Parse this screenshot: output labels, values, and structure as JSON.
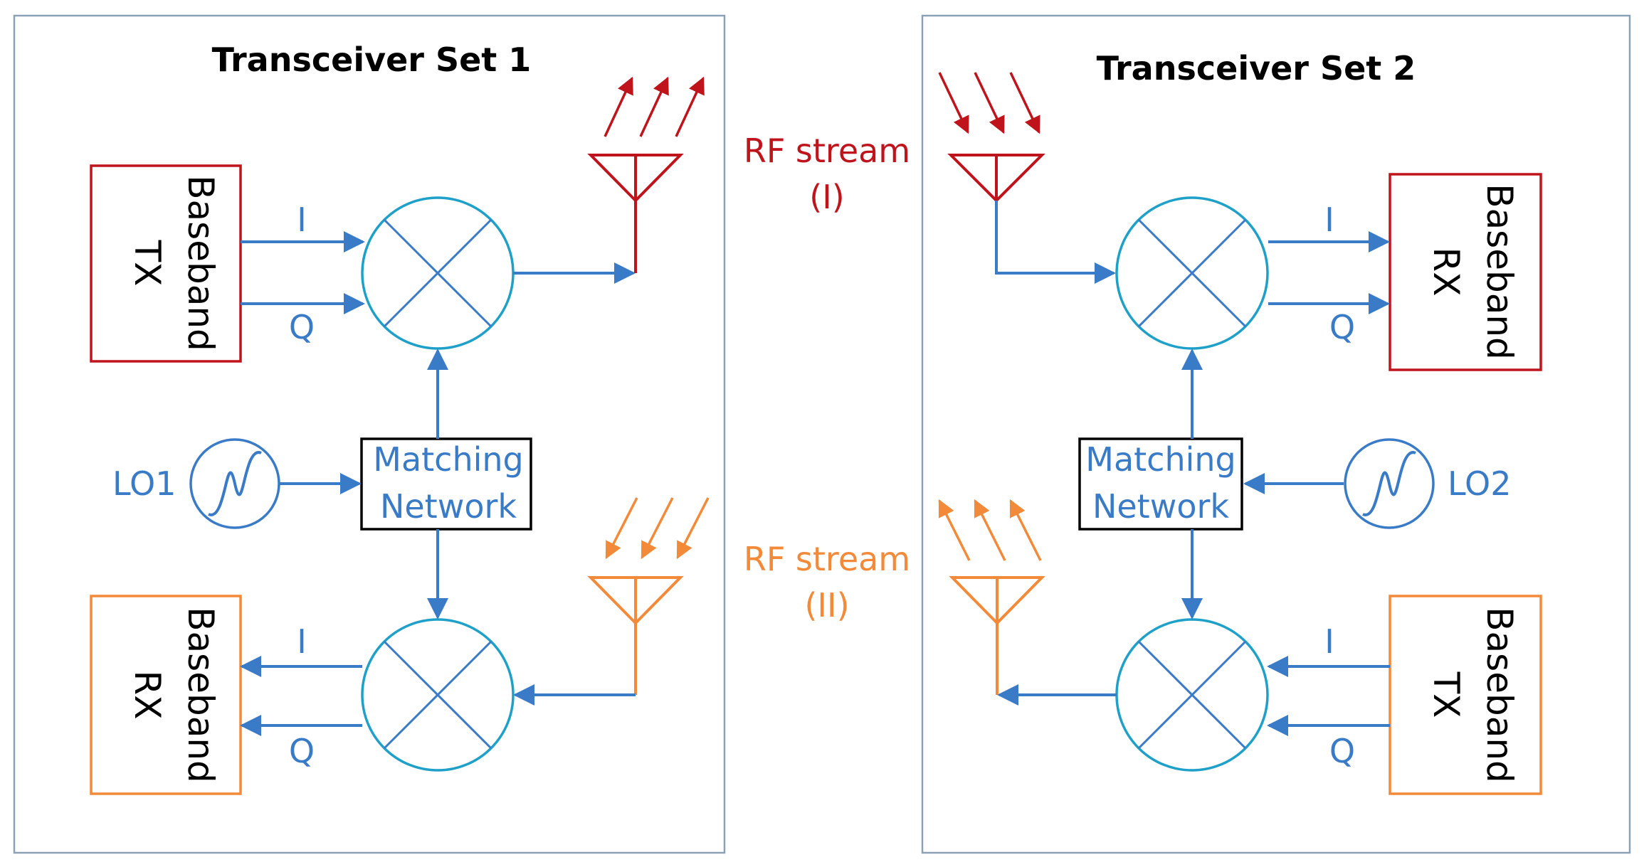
{
  "colors": {
    "blue": "#3a7bc8",
    "red": "#c0141c",
    "orange": "#f28a3a",
    "frame": "#8aa1b6",
    "black": "#000000"
  },
  "set1": {
    "title": "Transceiver Set 1",
    "tx_block": {
      "line1": "Baseband",
      "line2": "TX"
    },
    "rx_block": {
      "line1": "Baseband",
      "line2": "RX"
    },
    "tx_i": "I",
    "tx_q": "Q",
    "rx_i": "I",
    "rx_q": "Q",
    "lo": "LO1",
    "matching": {
      "line1": "Matching",
      "line2": "Network"
    }
  },
  "set2": {
    "title": "Transceiver Set 2",
    "rx_block": {
      "line1": "Baseband",
      "line2": "RX"
    },
    "tx_block": {
      "line1": "Baseband",
      "line2": "TX"
    },
    "rx_i": "I",
    "rx_q": "Q",
    "tx_i": "I",
    "tx_q": "Q",
    "lo": "LO2",
    "matching": {
      "line1": "Matching",
      "line2": "Network"
    }
  },
  "streams": {
    "stream1": {
      "line1": "RF stream",
      "line2": "(I)"
    },
    "stream2": {
      "line1": "RF stream",
      "line2": "(II)"
    }
  }
}
